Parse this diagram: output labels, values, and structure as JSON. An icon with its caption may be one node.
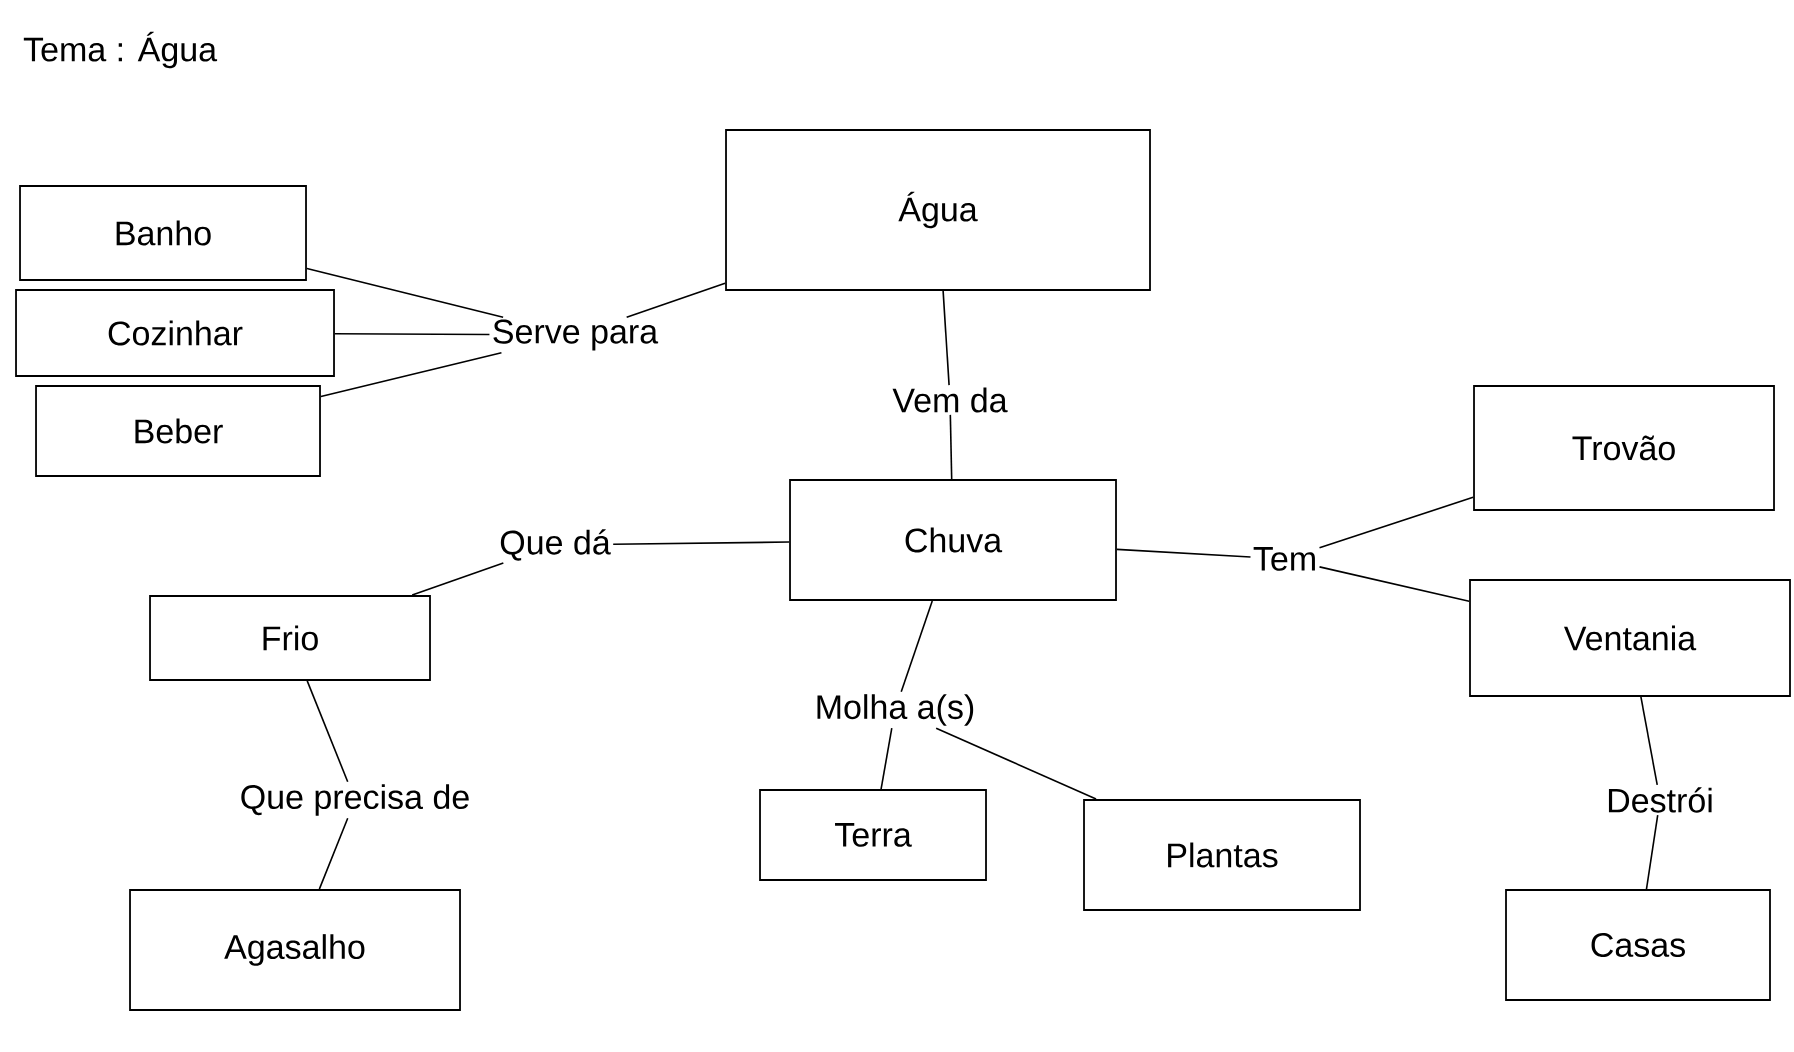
{
  "diagram": {
    "title": "Tema : Água",
    "nodes": [
      {
        "text": [
          "Água"
        ]
      },
      {
        "text": [
          "Banho"
        ]
      },
      {
        "text": [
          "Serve para"
        ]
      },
      {
        "text": [
          "Cozinhar"
        ]
      },
      {
        "text": [
          "Beber"
        ]
      },
      {
        "text": [
          "Vem da"
        ]
      },
      {
        "text": [
          "Trovão"
        ]
      },
      {
        "text": [
          "Que dá"
        ]
      },
      {
        "text": [
          "Chuva"
        ]
      },
      {
        "text": [
          "Tem"
        ]
      },
      {
        "text": [
          "Frio"
        ]
      },
      {
        "text": [
          "Ventania"
        ]
      },
      {
        "text": [
          "Molha a(s)"
        ]
      },
      {
        "text": [
          "Que precisa de"
        ]
      },
      {
        "text": [
          "Destrói"
        ]
      },
      {
        "text": [
          "Terra"
        ]
      },
      {
        "text": [
          "Plantas"
        ]
      },
      {
        "text": [
          "Agasalho"
        ]
      },
      {
        "text": [
          "Casas"
        ]
      }
    ],
    "edges": [
      {
        "from": 1,
        "to": 2,
        "arrow": "none"
      },
      {
        "from": 3,
        "to": 2,
        "arrow": "none"
      },
      {
        "from": 4,
        "to": 2,
        "arrow": "none"
      },
      {
        "from": 2,
        "to": 0,
        "arrow": "none"
      },
      {
        "from": 0,
        "to": 5,
        "arrow": "none"
      },
      {
        "from": 5,
        "to": 8,
        "arrow": "none"
      },
      {
        "from": 8,
        "to": 7,
        "arrow": "none"
      },
      {
        "from": 7,
        "to": 10,
        "arrow": "none"
      },
      {
        "from": 10,
        "to": 13,
        "arrow": "none"
      },
      {
        "from": 13,
        "to": 17,
        "arrow": "none"
      },
      {
        "from": 8,
        "to": 9,
        "arrow": "none"
      },
      {
        "from": 9,
        "to": 6,
        "arrow": "none"
      },
      {
        "from": 9,
        "to": 11,
        "arrow": "none"
      },
      {
        "from": 8,
        "to": 12,
        "arrow": "none"
      },
      {
        "from": 12,
        "to": 15,
        "arrow": "none"
      },
      {
        "from": 12,
        "to": 16,
        "arrow": "none"
      },
      {
        "from": 11,
        "to": 14,
        "arrow": "none"
      },
      {
        "from": 14,
        "to": 18,
        "arrow": "none"
      }
    ]
  }
}
